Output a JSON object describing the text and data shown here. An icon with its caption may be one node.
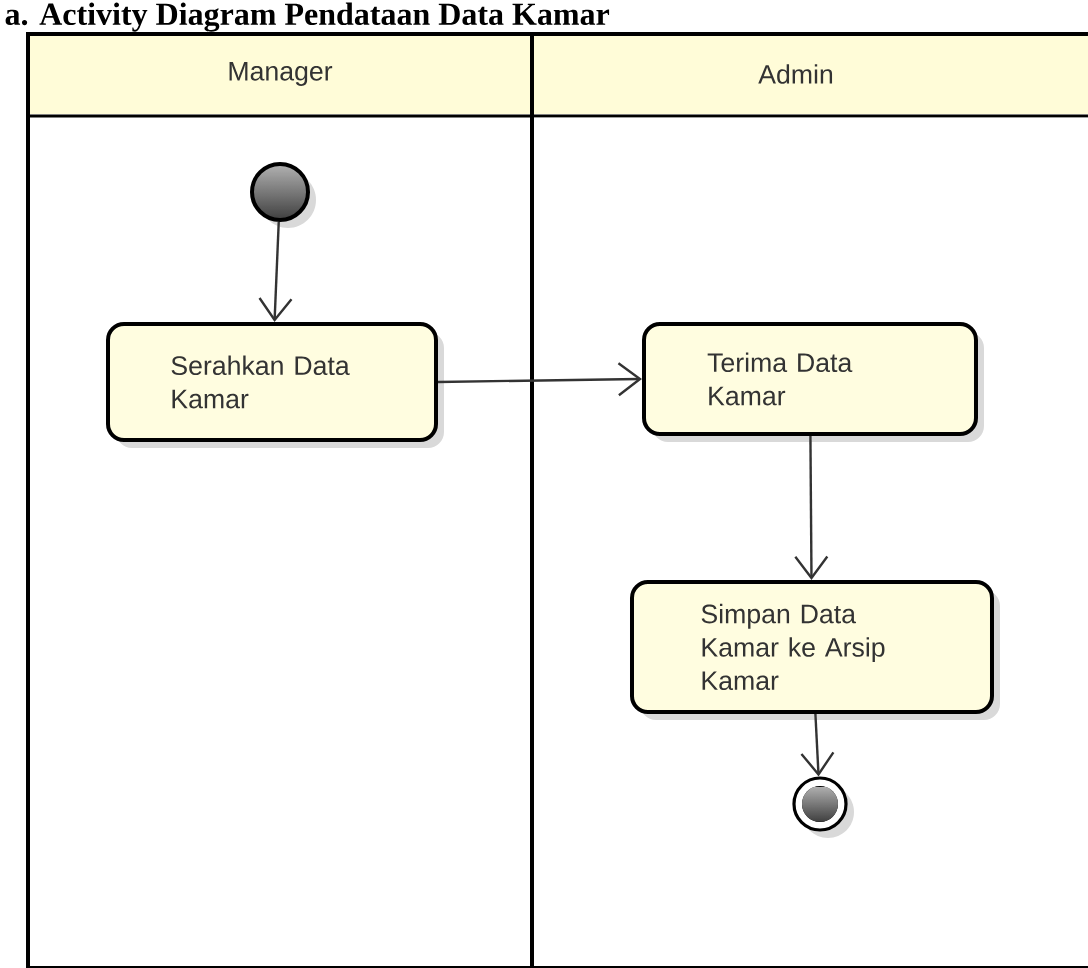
{
  "diagram": {
    "title": "a. Activity Diagram Pendataan Data Kamar",
    "nodes": [
      {
        "text": [
          "Manager"
        ]
      },
      {
        "text": [
          "Admin"
        ]
      },
      {
        "text": [],
        "shape": "circle",
        "in": 0
      },
      {
        "text": [
          "Serahkan Data Kamar"
        ],
        "in": 0
      },
      {
        "text": [
          "Terima Data Kamar"
        ],
        "in": 1
      },
      {
        "text": [
          "Simpan Data Kamar ke Arsip Kamar"
        ],
        "in": 1
      },
      {
        "text": [],
        "shape": "circle",
        "in": 1
      }
    ],
    "edges": [
      {
        "from": 2,
        "to": 3,
        "arrow": "to"
      },
      {
        "from": 3,
        "to": 4,
        "arrow": "to"
      },
      {
        "from": 4,
        "to": 5,
        "arrow": "to"
      },
      {
        "from": 5,
        "to": 6,
        "arrow": "to"
      }
    ]
  }
}
